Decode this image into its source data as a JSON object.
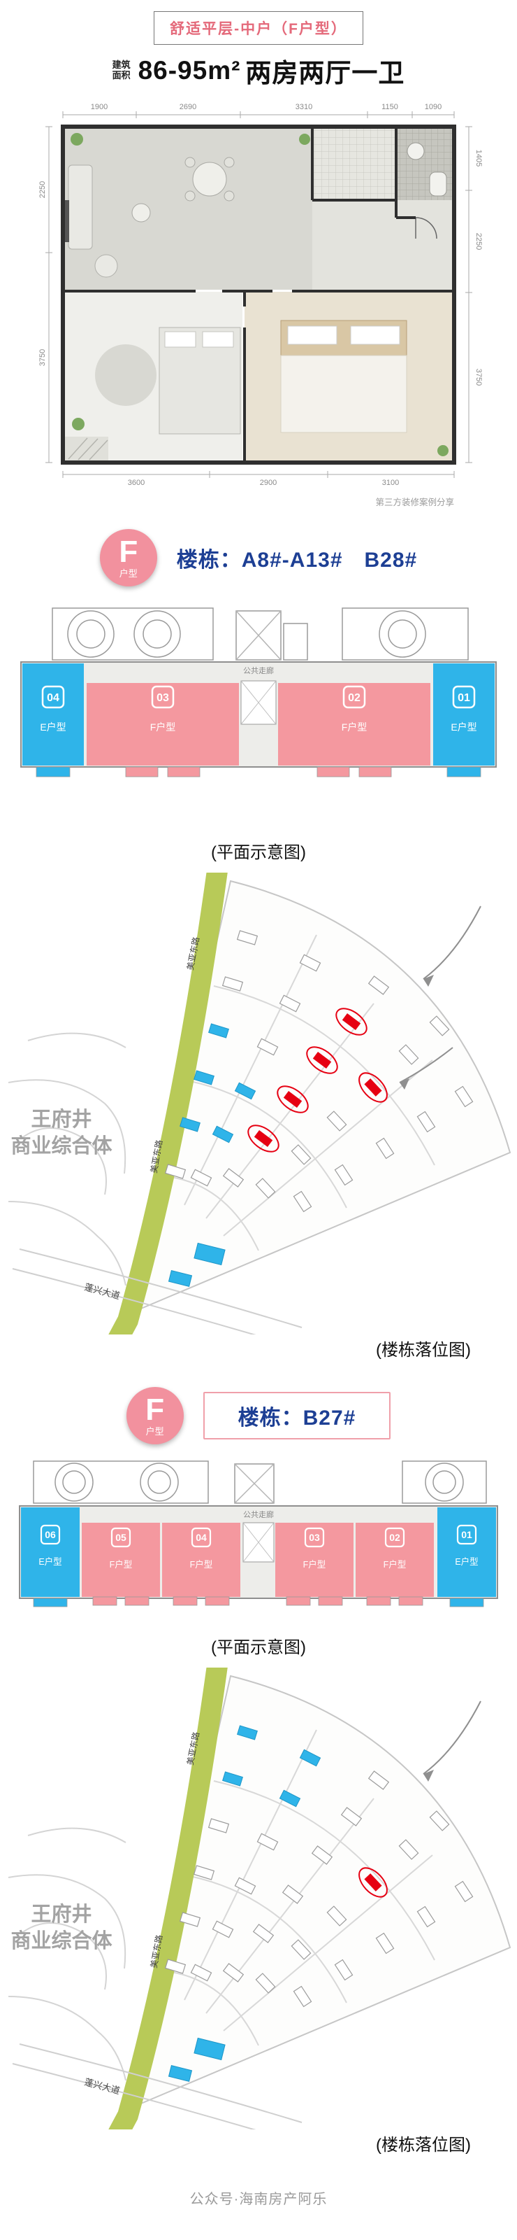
{
  "page": {
    "header_badge": "舒适平层-中户（F户型）",
    "area_label": "建筑面积",
    "area_value": "86-95m²",
    "rooms_text": "两房两厅一卫",
    "footer": "公众号·海南房产阿乐"
  },
  "floor_plan": {
    "caption": "第三方装修案例分享",
    "dims_top": [
      "1900",
      "2690",
      "3310",
      "1150",
      "1090"
    ],
    "dims_left": [
      "2250",
      "3750"
    ],
    "dims_right": [
      "1405",
      "2250",
      "3750"
    ],
    "dims_bottom": [
      "3600",
      "2900",
      "3100"
    ]
  },
  "section_a": {
    "badge_letter": "F",
    "badge_sub": "户型",
    "buildings_label": "楼栋：A8#-A13#　B28#",
    "corridor_label": "公共走廊",
    "units": [
      {
        "num": "04",
        "type": "E户型"
      },
      {
        "num": "03",
        "type": "F户型"
      },
      {
        "num": "02",
        "type": "F户型"
      },
      {
        "num": "01",
        "type": "E户型"
      }
    ],
    "plan_caption": "(平面示意图)",
    "map_caption": "(楼栋落位图)"
  },
  "section_b": {
    "badge_letter": "F",
    "badge_sub": "户型",
    "buildings_label": "楼栋：B27#",
    "corridor_label": "公共走廊",
    "units": [
      {
        "num": "06",
        "type": "E户型"
      },
      {
        "num": "05",
        "type": "F户型"
      },
      {
        "num": "04",
        "type": "F户型"
      },
      {
        "num": "03",
        "type": "F户型"
      },
      {
        "num": "02",
        "type": "F户型"
      },
      {
        "num": "01",
        "type": "E户型"
      }
    ],
    "plan_caption": "(平面示意图)",
    "map_caption": "(楼栋落位图)"
  },
  "site_map": {
    "road_vertical": "美亚东路",
    "road_bottom": "蓬兴大道",
    "landmark_line1": "王府井",
    "landmark_line2": "商业综合体"
  },
  "colors": {
    "accent_pink": "#f2919e",
    "navy": "#1d3f94",
    "unit_blue": "#2fb4e9",
    "unit_pink": "#f4989f",
    "highlight_red": "#e60012",
    "road_green": "#b8ca58"
  }
}
